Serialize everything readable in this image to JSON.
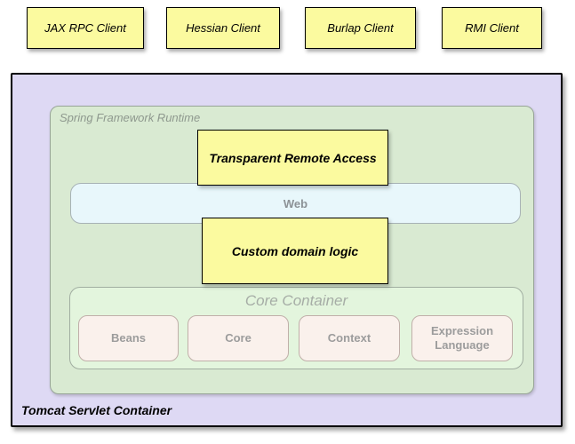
{
  "clients": [
    {
      "label": "JAX RPC Client"
    },
    {
      "label": "Hessian Client"
    },
    {
      "label": "Burlap Client"
    },
    {
      "label": "RMI Client"
    }
  ],
  "tomcat": {
    "label": "Tomcat Servlet Container"
  },
  "spring_runtime": {
    "label": "Spring Framework Runtime"
  },
  "remote_access": {
    "label": "Transparent Remote Access"
  },
  "web": {
    "label": "Web"
  },
  "domain_logic": {
    "label": "Custom domain logic"
  },
  "core_container": {
    "title": "Core Container",
    "modules": [
      {
        "label": "Beans"
      },
      {
        "label": "Core"
      },
      {
        "label": "Context"
      },
      {
        "label": "Expression Language"
      }
    ]
  },
  "colors": {
    "client_box_fill": "#FBFA9F",
    "client_box_border": "#000000",
    "tomcat_fill": "#DED9F4",
    "spring_fill": "#D9EAD2",
    "web_fill": "#E8F7FB",
    "core_container_fill": "#E3F5DD",
    "module_fill": "#FAF1EC",
    "gray_label": "#8E988E"
  }
}
